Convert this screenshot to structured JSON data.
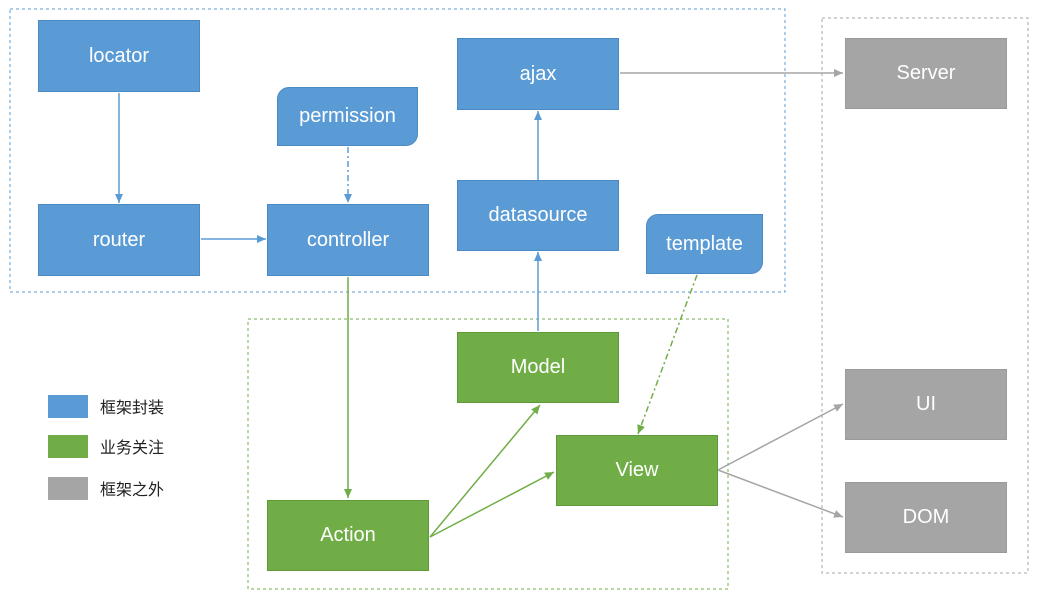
{
  "nodes": {
    "locator": "locator",
    "router": "router",
    "controller": "controller",
    "permission": "permission",
    "ajax": "ajax",
    "datasource": "datasource",
    "template": "template",
    "server": "Server",
    "model": "Model",
    "view": "View",
    "action": "Action",
    "ui": "UI",
    "dom": "DOM"
  },
  "legend": [
    {
      "label": "框架封装",
      "color": "#5b9bd5"
    },
    {
      "label": "业务关注",
      "color": "#70ad47"
    },
    {
      "label": "框架之外",
      "color": "#a5a5a5"
    }
  ],
  "colors": {
    "blue": "#5b9bd5",
    "green": "#70ad47",
    "gray": "#a5a5a5"
  }
}
